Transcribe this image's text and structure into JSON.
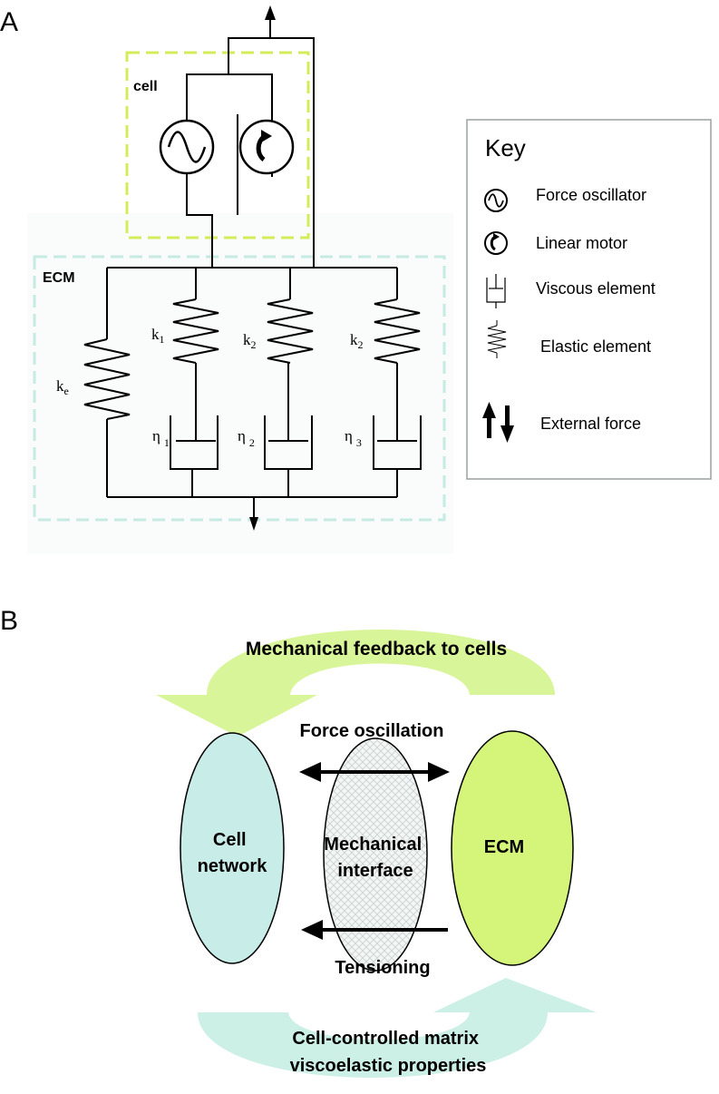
{
  "panel_a": {
    "label": "A",
    "cell_label": "cell",
    "ecm_label": "ECM",
    "springs": [
      {
        "symbol": "k",
        "sub": "e"
      },
      {
        "symbol": "k",
        "sub": "1"
      },
      {
        "symbol": "k",
        "sub": "2"
      },
      {
        "symbol": "k",
        "sub": "2"
      }
    ],
    "dashpots": [
      {
        "symbol": "η",
        "sub": "1"
      },
      {
        "symbol": "η",
        "sub": "2"
      },
      {
        "symbol": "η",
        "sub": "3"
      }
    ],
    "key": {
      "title": "Key",
      "items": [
        {
          "icon": "force-oscillator-icon",
          "label": "Force oscillator"
        },
        {
          "icon": "linear-motor-icon",
          "label": "Linear motor"
        },
        {
          "icon": "viscous-element-icon",
          "label": "Viscous element"
        },
        {
          "icon": "elastic-element-icon",
          "label": "Elastic element"
        },
        {
          "icon": "external-force-icon",
          "label": "External force"
        }
      ]
    },
    "colors": {
      "cell_box": "#d4ec5a",
      "ecm_box": "#c6ebe3"
    }
  },
  "panel_b": {
    "label": "B",
    "top_arrow_text": "Mechanical feedback to cells",
    "force_oscillation": "Force oscillation",
    "tensioning": "Tensioning",
    "cell_network": [
      "Cell",
      "network"
    ],
    "interface": [
      "Mechanical",
      "interface"
    ],
    "ecm": "ECM",
    "bottom_arrow_text": [
      "Cell-controlled matrix",
      "viscoelastic properties"
    ],
    "colors": {
      "top_arrow": "#d9f59a",
      "bottom_arrow": "#cdf0e6",
      "cell_network_fill": "#c8ece7",
      "ecm_fill": "#d4f57a"
    }
  }
}
